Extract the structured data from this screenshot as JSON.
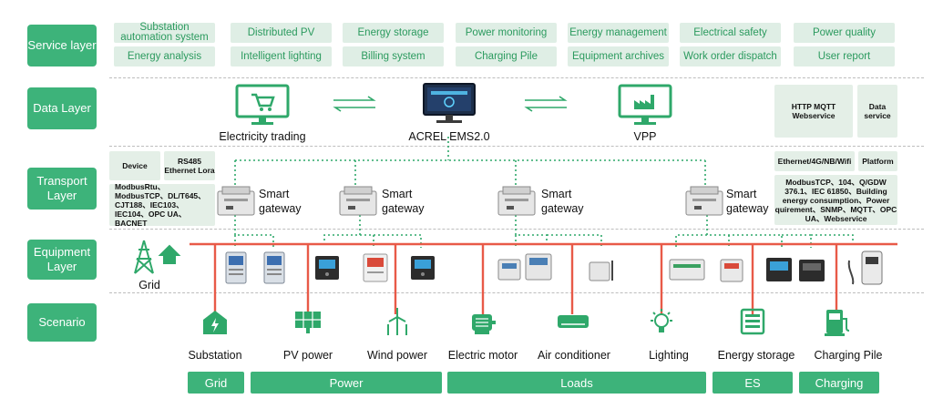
{
  "layers": {
    "service": "Service layer",
    "data": "Data Layer",
    "transport": "Transport Layer",
    "equipment": "Equipment Layer",
    "scenario": "Scenario"
  },
  "service_items": [
    "Substation automation system",
    "Distributed PV",
    "Energy storage",
    "Power monitoring",
    "Energy management",
    "Electrical safety",
    "Power quality",
    "Energy analysis",
    "Intelligent lighting",
    "Billing system",
    "Charging Pile",
    "Equipment archives",
    "Work order dispatch",
    "User report"
  ],
  "data_layer": {
    "electricity_trading": "Electricity trading",
    "ems": "ACREL EMS2.0",
    "vpp": "VPP",
    "protocols": "HTTP MQTT Webservice",
    "data_service": "Data service"
  },
  "transport": {
    "device": "Device",
    "rs485": "RS485 Ethernet Lora",
    "protocols_left": "ModbusRtu、ModbusTCP、DL/T645、CJT188、IEC103、IEC104、OPC UA、BACNET",
    "ethernet": "Ethernet/4G/NB/Wifi",
    "platform": "Platform",
    "protocols_right": "ModbusTCP、104、Q/GDW 376.1、IEC 61850、Building energy consumption、Power quirement、SNMP、MQTT、OPC UA、Webservice",
    "gateway_line1": "Smart",
    "gateway_line2": "gateway"
  },
  "equipment": {
    "grid": "Grid"
  },
  "scenarios": [
    {
      "label": "Substation",
      "icon": "substation-icon"
    },
    {
      "label": "PV power",
      "icon": "solar-panel-icon"
    },
    {
      "label": "Wind power",
      "icon": "wind-turbine-icon"
    },
    {
      "label": "Electric motor",
      "icon": "motor-icon"
    },
    {
      "label": "Air conditioner",
      "icon": "air-conditioner-icon"
    },
    {
      "label": "Lighting",
      "icon": "light-bulb-icon"
    },
    {
      "label": "Energy storage",
      "icon": "battery-icon"
    },
    {
      "label": "Charging Pile",
      "icon": "charging-station-icon"
    }
  ],
  "categories": [
    "Grid",
    "Power",
    "Loads",
    "ES",
    "Charging"
  ],
  "colors": {
    "green": "#3db37a",
    "red": "#e85a48",
    "light_green": "#dfeee5",
    "icon_green": "#2fa86a"
  }
}
